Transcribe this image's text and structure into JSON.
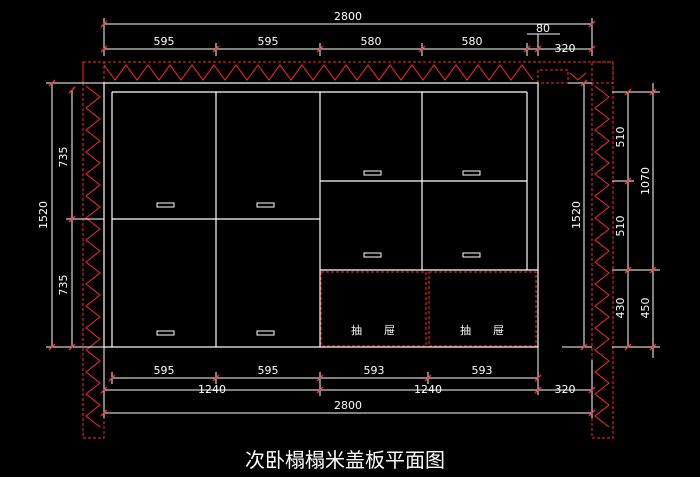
{
  "title": "次卧榻榻米盖板平面图",
  "dims": {
    "top_total": "2800",
    "top_small": "80",
    "top_right": "320",
    "top_segments": [
      "595",
      "595",
      "580",
      "580"
    ],
    "bottom_segments": [
      "595",
      "595",
      "593",
      "593"
    ],
    "bottom_groups": [
      "1240",
      "1240"
    ],
    "bottom_right": "320",
    "bottom_total": "2800",
    "left_total": "1520",
    "left_upper": "735",
    "left_lower": "735",
    "right_inner": "1520",
    "right_a": "510",
    "right_b": "510",
    "right_ab": "1070",
    "right_c": "430",
    "right_d": "450"
  },
  "drawer_label_left": "抽　　屉",
  "drawer_label_right": "抽　　屉",
  "colors": {
    "background": "#000000",
    "lines": "#ffffff",
    "wall": "#ff2a2a"
  }
}
